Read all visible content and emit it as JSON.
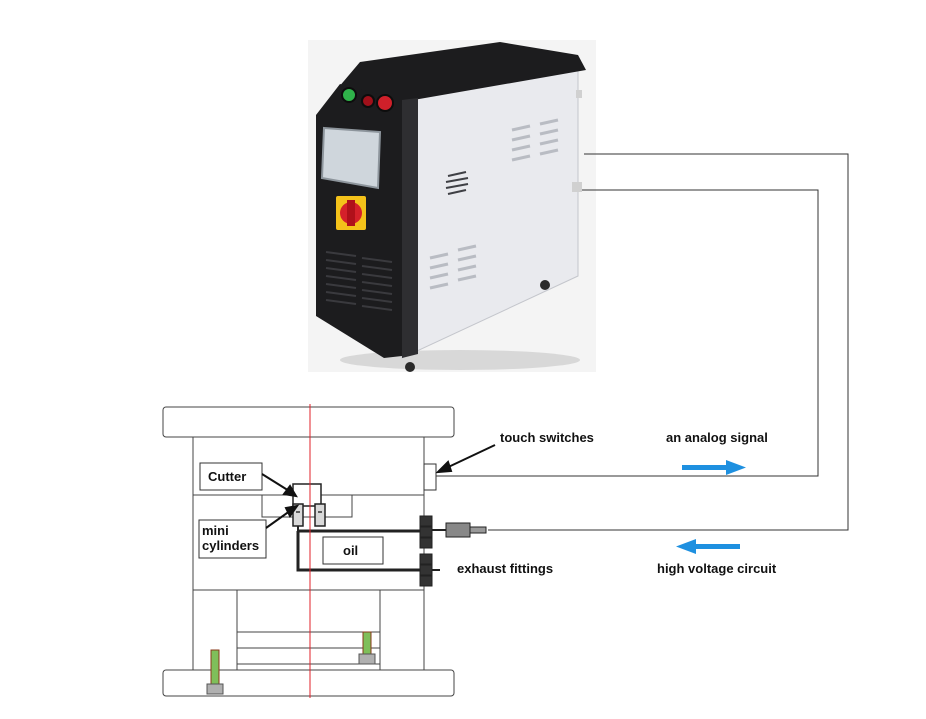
{
  "labels": {
    "cutter": "Cutter",
    "mini_cylinders": "mini\ncylinders",
    "oil": "oil",
    "touch_switches": "touch switches",
    "analog_signal": "an analog signal",
    "exhaust_fittings": "exhaust fittings",
    "high_voltage": "high voltage circuit"
  },
  "colors": {
    "arrow_blue": "#1e90e0",
    "centerline_red": "#e0202a",
    "machine_dark": "#1c1c1e",
    "machine_panel": "#e9eaee",
    "lamp_green": "#2fb34a",
    "button_red": "#d0202a",
    "switch_yellow": "#f4c21a"
  }
}
